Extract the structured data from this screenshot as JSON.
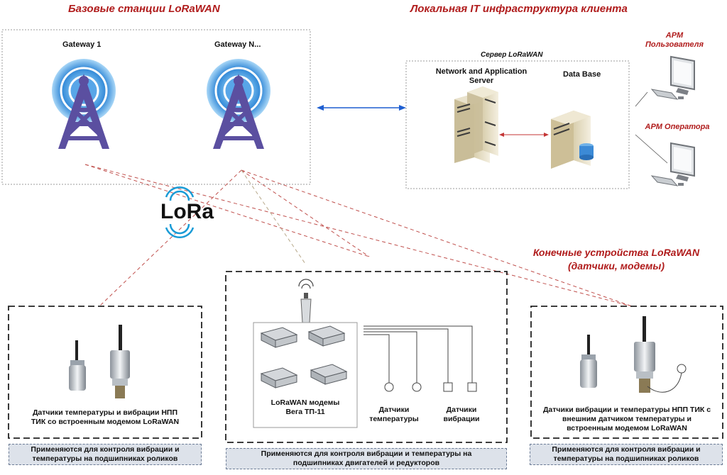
{
  "headings": {
    "base_stations": "Базовые станции LoRaWAN",
    "it_infrastructure": "Локальная IT инфраструктура клиента",
    "end_devices": "Конечные устройства LoRaWAN\n(датчики, модемы)"
  },
  "gateways": {
    "gateway_1": "Gateway 1",
    "gateway_n": "Gateway N..."
  },
  "lora_logo": "LoRa",
  "server": {
    "title": "Сервер LoRaWAN",
    "network_app": "Network and Application\nServer",
    "database": "Data Base"
  },
  "workstations": {
    "user": "АРМ\nПользователя",
    "operator": "АРМ Оператора"
  },
  "devices": {
    "left_caption": "Датчики температуры и вибрации НПП\nТИК со встроенным модемом LoRaWAN",
    "center_modems": "LoRaWAN модемы\nВега ТП-11",
    "center_temp": "Датчики\nтемпературы",
    "center_vib": "Датчики\nвибрации",
    "right_caption": "Датчики вибрации и температуры НПП ТИК с\nвнешним датчиком температуры и\nвстроенным модемом LoRaWAN"
  },
  "usage": {
    "left": "Применяются для контроля вибрации и\nтемпературы на подшипниках роликов",
    "center": "Применяются для контроля вибрации и температуры на\nподшипниках двигателей и редукторов",
    "right": "Применяются для контроля вибрации и\nтемпературы на подшипниках роликов"
  },
  "colors": {
    "heading_red": "#b01c1c",
    "link_blue": "#1f5fd1",
    "tower_purple": "#5b4fa0",
    "tower_blue": "#3a8fd9",
    "usage_bg": "#dde2ea"
  }
}
